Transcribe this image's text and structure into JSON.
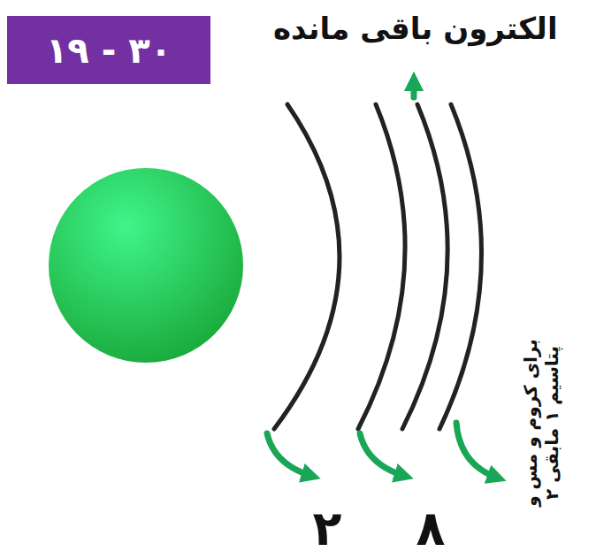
{
  "diagram": {
    "nodes": [
      {
        "text": [
          "۱۹ - ۳۰"
        ]
      }
    ],
    "labels": [
      "الکترون باقی مانده",
      "۲",
      "۸",
      "برای کروم و مس و پتاسیم ۱ مابقی ۲"
    ]
  }
}
